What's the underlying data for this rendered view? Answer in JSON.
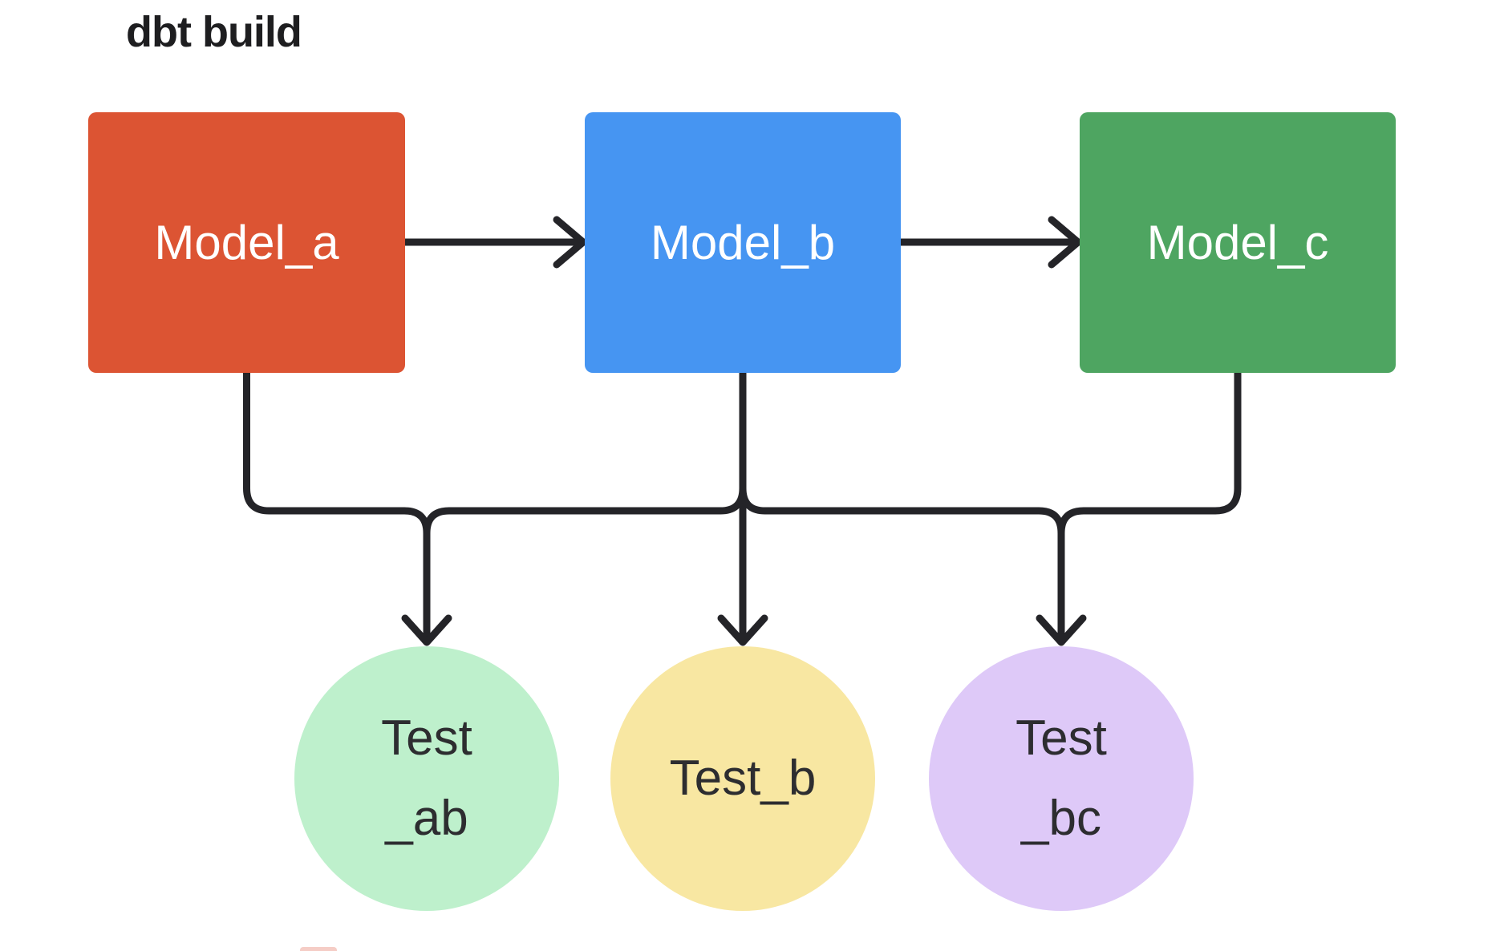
{
  "title": "dbt build",
  "colors": {
    "background": "#FFFFFF",
    "edge": "#242428",
    "title_text": "#1E1E20",
    "model_label_text": "#FFFFFF",
    "test_label_text": "#2D2D30",
    "artifact": "#F5CDC6"
  },
  "nodes": {
    "model_a": {
      "label": "Model_a",
      "fill": "#DC5433",
      "shape": "rect"
    },
    "model_b": {
      "label": "Model_b",
      "fill": "#4695F2",
      "shape": "rect"
    },
    "model_c": {
      "label": "Model_c",
      "fill": "#4EA561",
      "shape": "rect"
    },
    "test_ab": {
      "line1": "Test",
      "line2": "_ab",
      "fill": "#BEF0CC",
      "shape": "circle"
    },
    "test_b": {
      "label": "Test_b",
      "fill": "#F8E7A2",
      "shape": "circle"
    },
    "test_bc": {
      "line1": "Test",
      "line2": "_bc",
      "fill": "#DEC9F8",
      "shape": "circle"
    }
  },
  "edges": [
    {
      "from": "Model_a",
      "to": "Model_b",
      "style": "arrow"
    },
    {
      "from": "Model_b",
      "to": "Model_c",
      "style": "arrow"
    },
    {
      "from": "Model_a",
      "to": "Test_ab",
      "style": "arrow"
    },
    {
      "from": "Model_b",
      "to": "Test_ab",
      "style": "arrow"
    },
    {
      "from": "Model_b",
      "to": "Test_b",
      "style": "arrow"
    },
    {
      "from": "Model_b",
      "to": "Test_bc",
      "style": "arrow"
    },
    {
      "from": "Model_c",
      "to": "Test_bc",
      "style": "arrow"
    }
  ]
}
